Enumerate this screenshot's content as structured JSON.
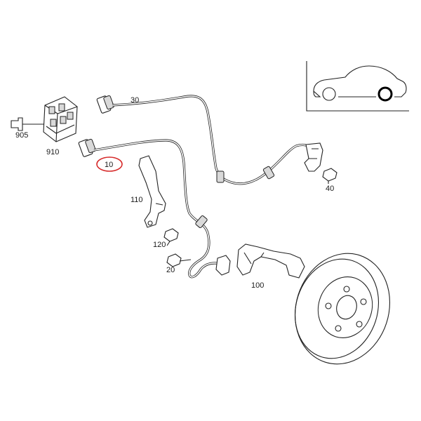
{
  "labels": {
    "p905": "905",
    "p910": "910",
    "p30": "30",
    "p10": "10",
    "p110": "110",
    "p120": "120",
    "p20": "20",
    "p100": "100",
    "p40": "40"
  },
  "highlight": {
    "part": "10",
    "color": "#d62828"
  },
  "colors": {
    "line": "#222222",
    "background": "#ffffff"
  }
}
